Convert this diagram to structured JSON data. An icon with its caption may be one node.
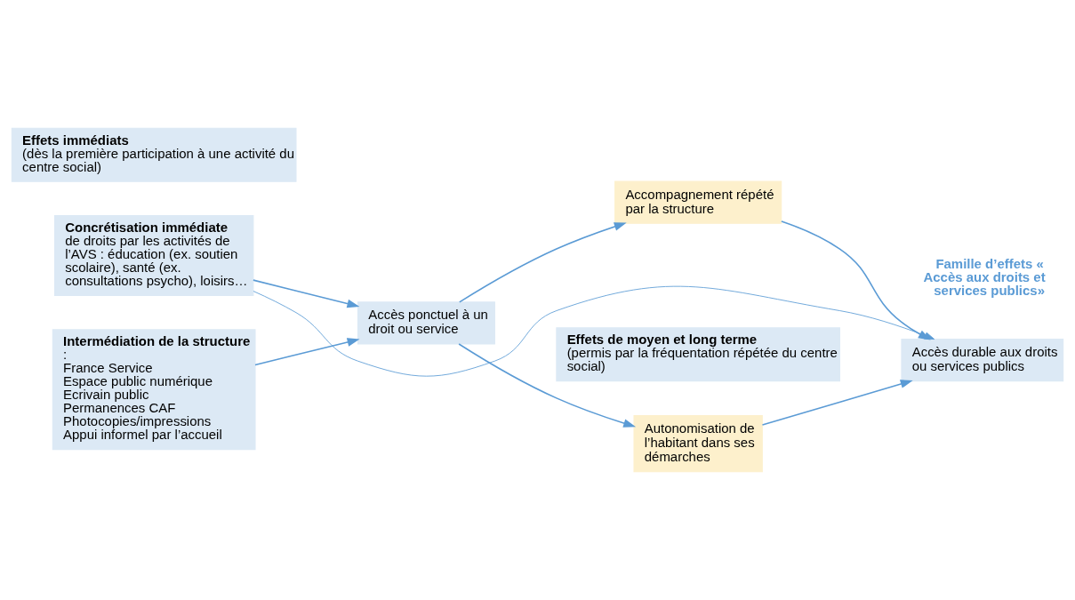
{
  "diagram": {
    "nodes": [
      {
        "text": [
          "**Effets immédiats** (dès la première participation à une activité du centre social)"
        ]
      },
      {
        "text": [
          "**Effets de moyen et long terme** (permis par la fréquentation répétée du centre social)"
        ]
      },
      {
        "text": [
          "**Concrétisation immédiate** de droits par les activités de l’AVS : éducation (ex. soutien scolaire), santé (ex. consultations psycho), loisirs…"
        ]
      },
      {
        "text": [
          "**Intermédiation de la structure**:",
          "France Service",
          "Espace public numérique",
          "Ecrivain public",
          "Permanences CAF",
          "Photocopies/impressions",
          "Appui informel par l’accueil"
        ]
      },
      {
        "text": [
          "Accès ponctuel à un droit ou service"
        ]
      },
      {
        "text": [
          "Autonomisation de l’habitant dans ses démarches"
        ]
      },
      {
        "text": [
          "Accompagnement répété par la structure"
        ]
      },
      {
        "text": [
          "Accès durable aux droits ou services publics"
        ]
      }
    ],
    "edges": [
      {
        "from": 2,
        "to": 7,
        "arrow": "to"
      },
      {
        "from": 2,
        "to": 4,
        "arrow": "to"
      },
      {
        "from": 3,
        "to": 4,
        "arrow": "to"
      },
      {
        "from": 4,
        "to": 5,
        "arrow": "to"
      },
      {
        "from": 4,
        "to": 6,
        "arrow": "to"
      },
      {
        "from": 5,
        "to": 7,
        "arrow": "to"
      },
      {
        "from": 6,
        "to": 7,
        "arrow": "to"
      }
    ],
    "labels": [
      "Famille d’effets « Accès aux droits et services publics»"
    ]
  }
}
